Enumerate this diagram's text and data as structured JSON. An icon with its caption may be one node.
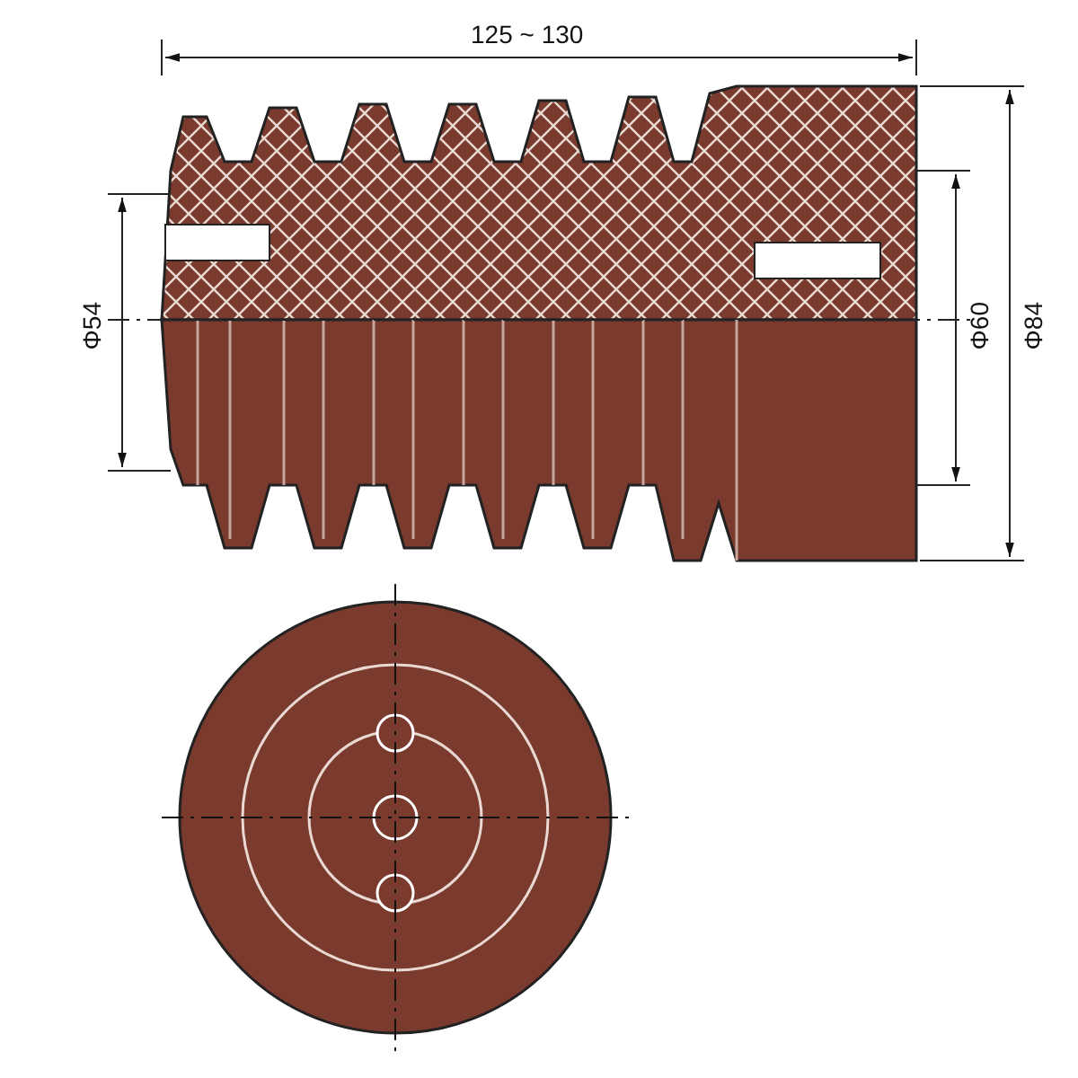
{
  "diagram": {
    "labels": [
      "125 ~ 130",
      "Φ54",
      "Φ60",
      "Φ84"
    ]
  }
}
